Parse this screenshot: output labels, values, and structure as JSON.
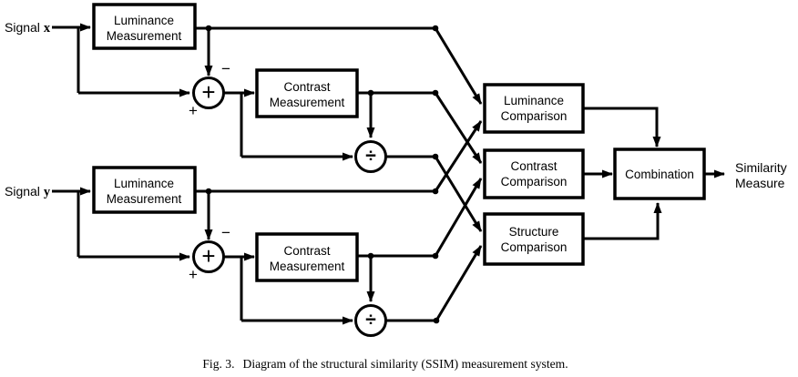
{
  "inputs": {
    "x": {
      "label": "Signal",
      "var": "x"
    },
    "y": {
      "label": "Signal",
      "var": "y"
    }
  },
  "blocks": {
    "lum_meas_x": {
      "line1": "Luminance",
      "line2": "Measurement"
    },
    "con_meas_x": {
      "line1": "Contrast",
      "line2": "Measurement"
    },
    "lum_meas_y": {
      "line1": "Luminance",
      "line2": "Measurement"
    },
    "con_meas_y": {
      "line1": "Contrast",
      "line2": "Measurement"
    },
    "lum_comp": {
      "line1": "Luminance",
      "line2": "Comparison"
    },
    "con_comp": {
      "line1": "Contrast",
      "line2": "Comparison"
    },
    "str_comp": {
      "line1": "Structure",
      "line2": "Comparison"
    },
    "combination": {
      "label": "Combination"
    }
  },
  "operators": {
    "sum": "+",
    "divide": "÷",
    "minus": "−",
    "plus": "+"
  },
  "output": {
    "line1": "Similarity",
    "line2": "Measure"
  },
  "caption": {
    "fig_label": "Fig. 3.",
    "text": "Diagram of the structural similarity (SSIM) measurement system."
  },
  "colors": {
    "line": "#000000",
    "background": "#ffffff"
  }
}
